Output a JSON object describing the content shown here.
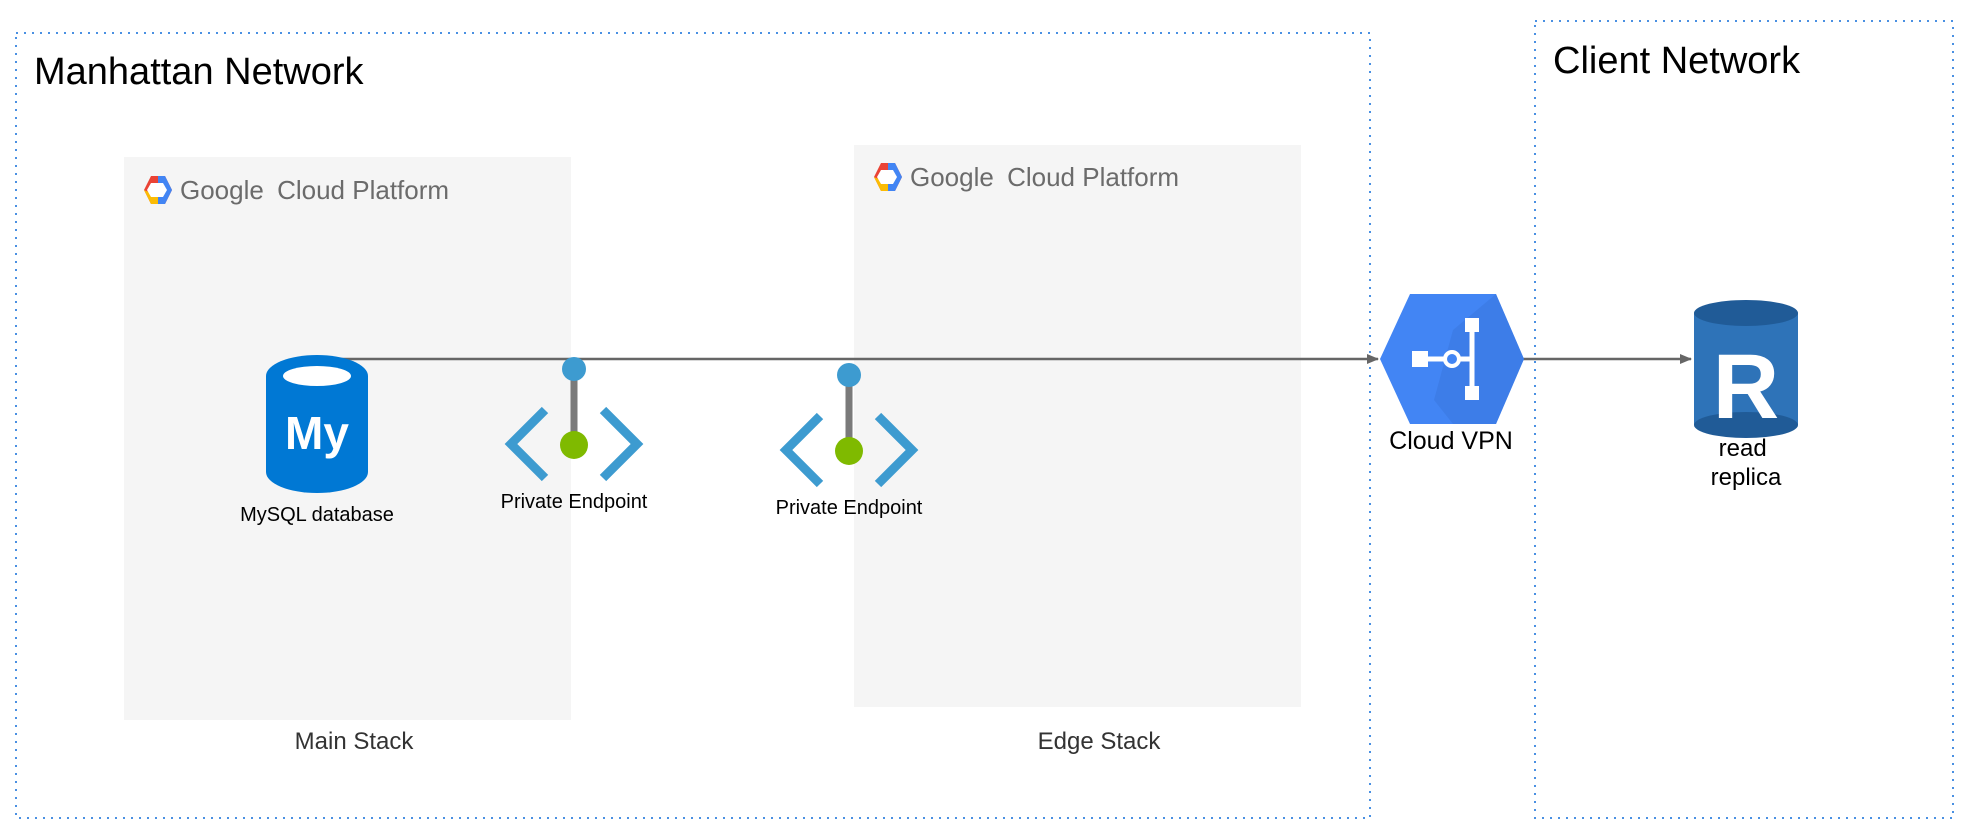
{
  "networks": {
    "manhattan": {
      "title": "Manhattan Network"
    },
    "client": {
      "title": "Client Network"
    }
  },
  "stacks": {
    "main": {
      "platform_brand": "Google",
      "platform_name": "Cloud Platform",
      "label": "Main Stack"
    },
    "edge": {
      "platform_brand": "Google",
      "platform_name": "Cloud Platform",
      "label": "Edge Stack"
    }
  },
  "nodes": {
    "mysql": {
      "label": "MySQL database",
      "icon": "mysql-database-icon",
      "badge": "My"
    },
    "private_endpoint_main": {
      "label": "Private Endpoint",
      "icon": "private-endpoint-icon"
    },
    "private_endpoint_edge": {
      "label": "Private Endpoint",
      "icon": "private-endpoint-icon"
    },
    "cloud_vpn": {
      "label": "Cloud VPN",
      "icon": "cloud-vpn-icon"
    },
    "read_replica": {
      "label_line1": "read",
      "label_line2": "replica",
      "icon": "read-replica-icon",
      "badge": "R"
    }
  },
  "colors": {
    "boundary_dotted": "#4a90e2",
    "stack_background": "#f5f5f5",
    "connector": "#666666",
    "mysql_blue": "#0078d4",
    "endpoint_blue": "#3d9bd0",
    "endpoint_green": "#7fba00",
    "endpoint_stem": "#7a7a7a",
    "vpn_blue": "#4285f4",
    "replica_blue": "#2e73b8"
  }
}
